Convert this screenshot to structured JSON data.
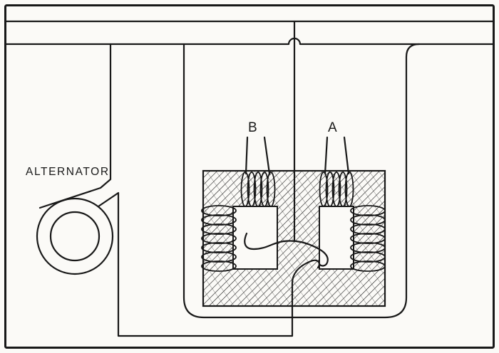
{
  "diagram": {
    "labels": {
      "alternator": "ALTERNATOR",
      "coil_b": "B",
      "coil_a": "A"
    },
    "colors": {
      "ink": "#181818",
      "paper": "#fbfaf7"
    }
  }
}
